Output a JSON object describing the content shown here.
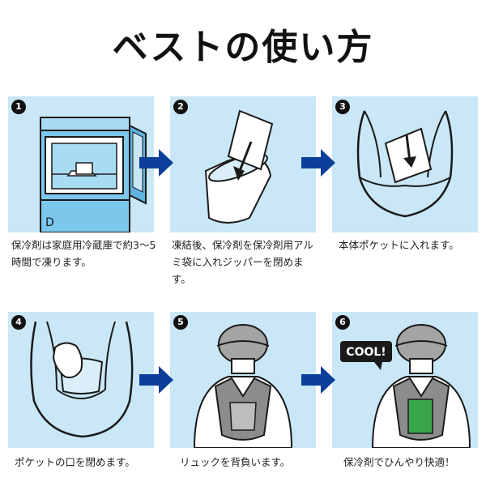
{
  "title": "ベストの使い方",
  "steps": [
    {
      "num": "1",
      "caption": "保冷剤は家庭用冷蔵庫で約3〜5時間で凍ります。"
    },
    {
      "num": "2",
      "caption": "凍結後、保冷剤を保冷剤用アルミ袋に入れジッパーを閉めます。"
    },
    {
      "num": "3",
      "caption": "本体ポケットに入れます。"
    },
    {
      "num": "4",
      "caption": "ポケットの口を閉めます。"
    },
    {
      "num": "5",
      "caption": "リュックを背負います。"
    },
    {
      "num": "6",
      "caption": "保冷剤でひんやり快適！"
    }
  ],
  "bubble": "COOL!",
  "fridge_letter": "D",
  "colors": {
    "panel_bg": "#c9e7f7",
    "arrow": "#0b3f99",
    "fridge": "#7cc7ec",
    "vest": "#8c8c8c",
    "cool_pack": "#3aa64a"
  }
}
